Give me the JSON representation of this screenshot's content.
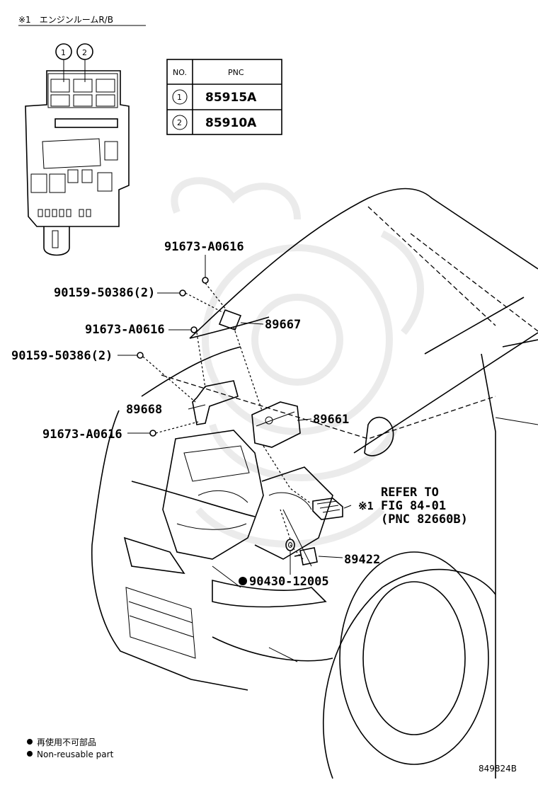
{
  "header": {
    "title": "※1　エンジンルームR/B"
  },
  "pnc_table": {
    "col_no": "NO.",
    "col_pnc": "PNC",
    "rows": [
      {
        "no": "1",
        "pnc": "85915A"
      },
      {
        "no": "2",
        "pnc": "85910A"
      }
    ]
  },
  "relay_box_callouts": [
    "1",
    "2"
  ],
  "parts": {
    "p91673_top": "91673-A0616",
    "p90159_upper": "90159-50386(2)",
    "p89667": "89667",
    "p91673_mid": "91673-A0616",
    "p90159_lower": "90159-50386(2)",
    "p89668": "89668",
    "p89661": "89661",
    "p91673_low": "91673-A0616",
    "p89422": "89422",
    "p90430": "90430-12005"
  },
  "refer": {
    "mark": "※1",
    "line1": "REFER TO",
    "line2": "FIG 84-01",
    "line3": "(PNC 82660B)"
  },
  "legend": {
    "jp": "再使用不可部品",
    "en": "Non-reusable part"
  },
  "figure_id": "849824B"
}
